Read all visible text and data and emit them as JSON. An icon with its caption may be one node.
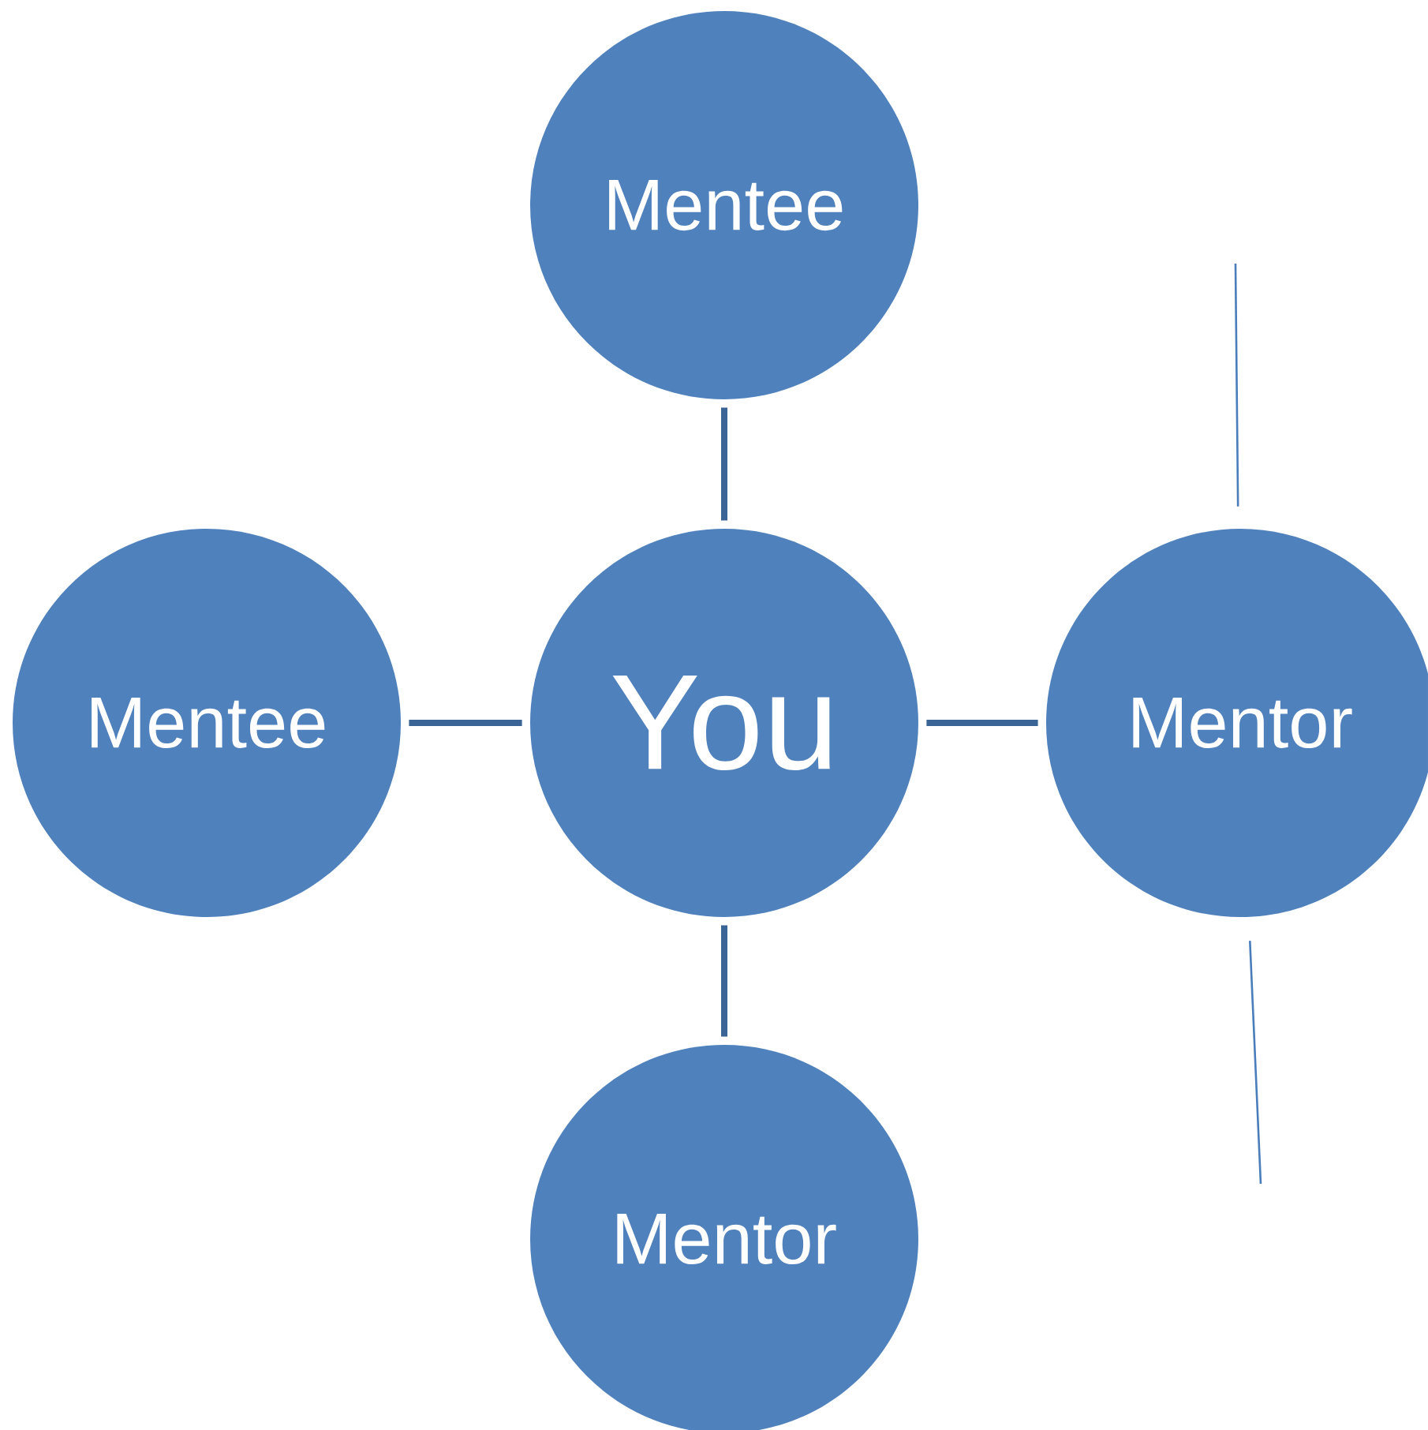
{
  "diagram": {
    "nodes": [
      {
        "text": [
          "Mentee"
        ]
      },
      {
        "text": [
          "Mentee"
        ]
      },
      {
        "text": [
          "You"
        ]
      },
      {
        "text": [
          "Mentor"
        ]
      },
      {
        "text": [
          "Mentor"
        ]
      }
    ],
    "edges": [
      {
        "from": 2,
        "to": 0,
        "arrow": "none"
      },
      {
        "from": 2,
        "to": 1,
        "arrow": "none"
      },
      {
        "from": 2,
        "to": 3,
        "arrow": "none"
      },
      {
        "from": 2,
        "to": 4,
        "arrow": "none"
      },
      {
        "from": 3,
        "to": null,
        "arrow": "none",
        "color": "#4a7ebb"
      },
      {
        "from": 3,
        "to": null,
        "arrow": "none",
        "color": "#4a7ebb"
      }
    ]
  }
}
